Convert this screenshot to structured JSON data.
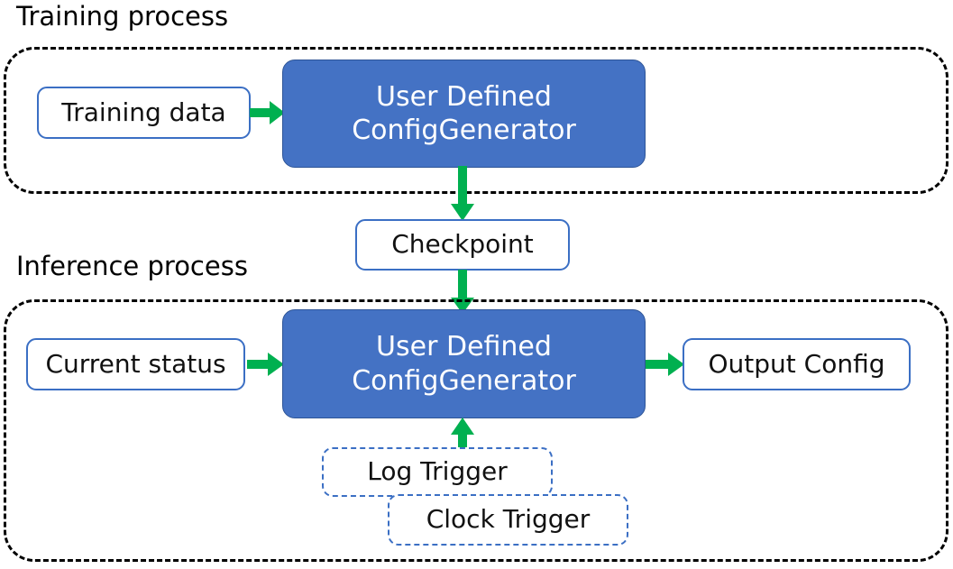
{
  "diagram": {
    "title_training": "Training process",
    "title_inference": "Inference process",
    "colors": {
      "process_fill": "#4472C4",
      "process_text": "#FFFFFF",
      "box_outline": "#3B6FC4",
      "arrow_green": "#00B050",
      "group_dashed": "#000000",
      "text": "#111111"
    }
  },
  "training": {
    "caption": "Training process",
    "input_box": {
      "label": "Training data"
    },
    "process_box": {
      "line1": "User Defined",
      "line2": "ConfigGenerator"
    }
  },
  "checkpoint": {
    "label": "Checkpoint"
  },
  "inference": {
    "caption": "Inference process",
    "input_box": {
      "label": "Current status"
    },
    "process_box": {
      "line1": "User Defined",
      "line2": "ConfigGenerator"
    },
    "output_box": {
      "label": "Output Config"
    },
    "triggers": [
      {
        "label": "Log Trigger"
      },
      {
        "label": "Clock Trigger"
      }
    ]
  },
  "arrows": [
    {
      "name": "training-data-to-process",
      "direction": "right"
    },
    {
      "name": "training-process-to-checkpoint",
      "direction": "down"
    },
    {
      "name": "checkpoint-to-inference-process",
      "direction": "down"
    },
    {
      "name": "current-status-to-process",
      "direction": "right"
    },
    {
      "name": "process-to-output-config",
      "direction": "right"
    },
    {
      "name": "triggers-to-process",
      "direction": "up"
    }
  ]
}
